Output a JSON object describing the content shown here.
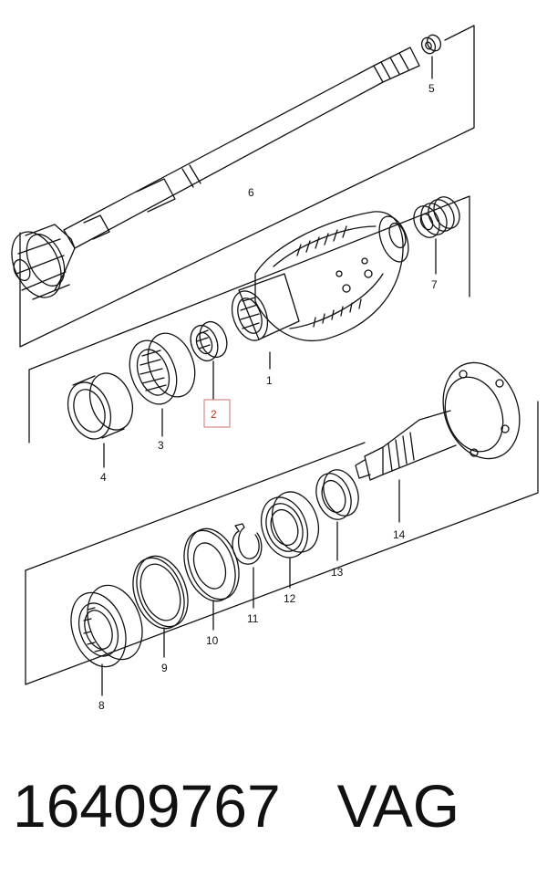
{
  "callouts": {
    "c1": "1",
    "c2": "2",
    "c3": "3",
    "c4": "4",
    "c5": "5",
    "c6": "6",
    "c7": "7",
    "c8": "8",
    "c9": "9",
    "c10": "10",
    "c11": "11",
    "c12": "12",
    "c13": "13",
    "c14": "14"
  },
  "highlighted_part": "2",
  "footer": {
    "part_number": "16409767",
    "brand": "VAG"
  }
}
